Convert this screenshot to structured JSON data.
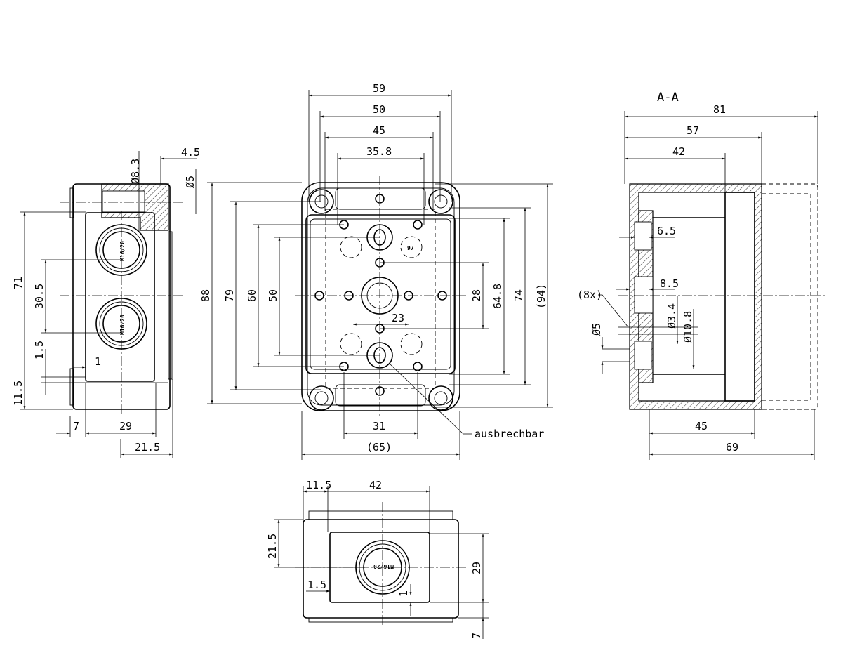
{
  "front_view": {
    "dims": {
      "w59": "59",
      "w50": "50",
      "w45": "45",
      "w35_8": "35.8",
      "h88": "88",
      "h79": "79",
      "h60": "60",
      "h50": "50",
      "h28": "28",
      "h64_8": "64.8",
      "h74": "74",
      "h94": "(94)",
      "w31": "31",
      "w65": "(65)",
      "w23": "23"
    },
    "callout": "ausbrechbar",
    "gland_mark": "97"
  },
  "left_view": {
    "dims": {
      "d8_3": "Ø8.3",
      "w4_5": "4.5",
      "d5": "Ø5",
      "h71": "71",
      "h30_5": "30.5",
      "h1_5": "1.5",
      "h1": "1",
      "h11_5": "11.5",
      "w7": "7",
      "w29": "29",
      "w21_5": "21.5"
    },
    "gland_label": "M16/20"
  },
  "section_view": {
    "title": "A-A",
    "dims": {
      "w81": "81",
      "w57": "57",
      "w42": "42",
      "w6_5": "6.5",
      "w8_5": "8.5",
      "count": "(8x)",
      "d3_4": "Ø3.4",
      "d10_8": "Ø10.8",
      "d5": "Ø5",
      "w45": "45",
      "w69": "69"
    }
  },
  "bottom_view": {
    "dims": {
      "w11_5": "11.5",
      "w42": "42",
      "h21_5": "21.5",
      "h29": "29",
      "h1_5": "1.5",
      "h1": "1",
      "h7": "7"
    },
    "gland_label": "M16/20"
  }
}
